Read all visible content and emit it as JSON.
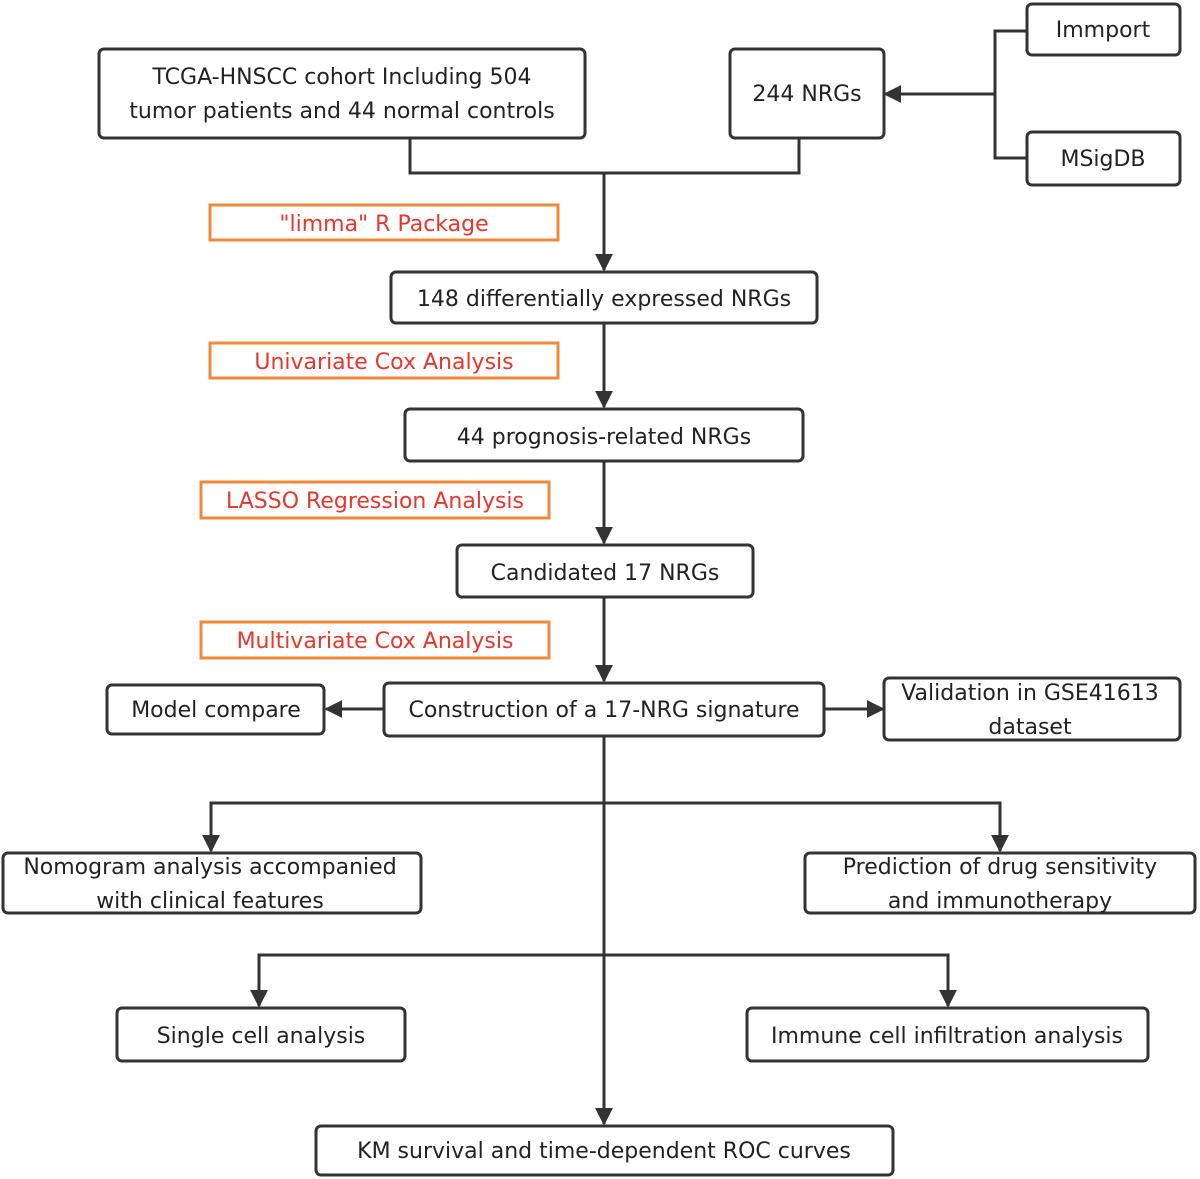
{
  "nodes": {
    "tcga_cohort": {
      "line1": "TCGA-HNSCC cohort Including 504",
      "line2": "tumor patients and 44 normal controls"
    },
    "nrgs_244": "244 NRGs",
    "immport": "Immport",
    "msigdb": "MSigDB",
    "deg_148": "148 differentially expressed NRGs",
    "prognosis_44": "44 prognosis-related NRGs",
    "candidate_17": "Candidated 17 NRGs",
    "signature": "Construction of a 17-NRG signature",
    "model_compare": "Model compare",
    "validation": {
      "line1": "Validation in GSE41613",
      "line2": "dataset"
    },
    "nomogram": {
      "line1": "Nomogram analysis accompanied",
      "line2": "with clinical features"
    },
    "drug_prediction": {
      "line1": "Prediction of drug sensitivity",
      "line2": "and immunotherapy"
    },
    "single_cell": "Single cell analysis",
    "immune_infiltration": "Immune cell infiltration analysis",
    "km_roc": "KM survival and time-dependent ROC curves"
  },
  "methods": {
    "limma": "\"limma\" R Package",
    "univariate_cox": "Univariate Cox Analysis",
    "lasso": "LASSO Regression Analysis",
    "multivariate_cox": "Multivariate Cox Analysis"
  },
  "colors": {
    "box_border": "#333333",
    "method_border": "#f08a3a",
    "method_text": "#e8362b"
  }
}
